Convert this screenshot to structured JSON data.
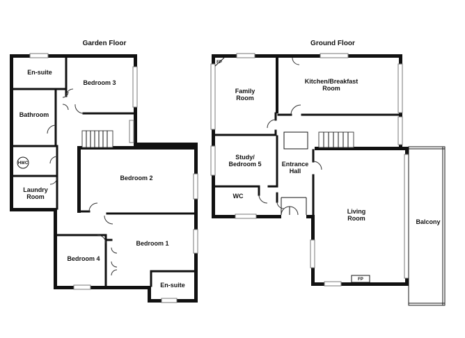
{
  "titles": {
    "garden_floor": "Garden Floor",
    "ground_floor": "Ground Floor"
  },
  "garden_floor": {
    "ensuite_top": "En-suite",
    "bedroom3": "Bedroom 3",
    "bathroom": "Bathroom",
    "hwc": "HWC",
    "laundry_line1": "Laundry",
    "laundry_line2": "Room",
    "bedroom2": "Bedroom 2",
    "bedroom1": "Bedroom 1",
    "bedroom4": "Bedroom 4",
    "ensuite_bottom": "En-suite"
  },
  "ground_floor": {
    "fp_top": "FP",
    "family_line1": "Family",
    "family_line2": "Room",
    "kitchen_line1": "Kitchen/Breakfast",
    "kitchen_line2": "Room",
    "study_line1": "Study/",
    "study_line2": "Bedroom 5",
    "entrance_line1": "Entrance",
    "entrance_line2": "Hall",
    "wc": "WC",
    "living_line1": "Living",
    "living_line2": "Room",
    "balcony": "Balcony",
    "fp_bottom": "FP"
  }
}
